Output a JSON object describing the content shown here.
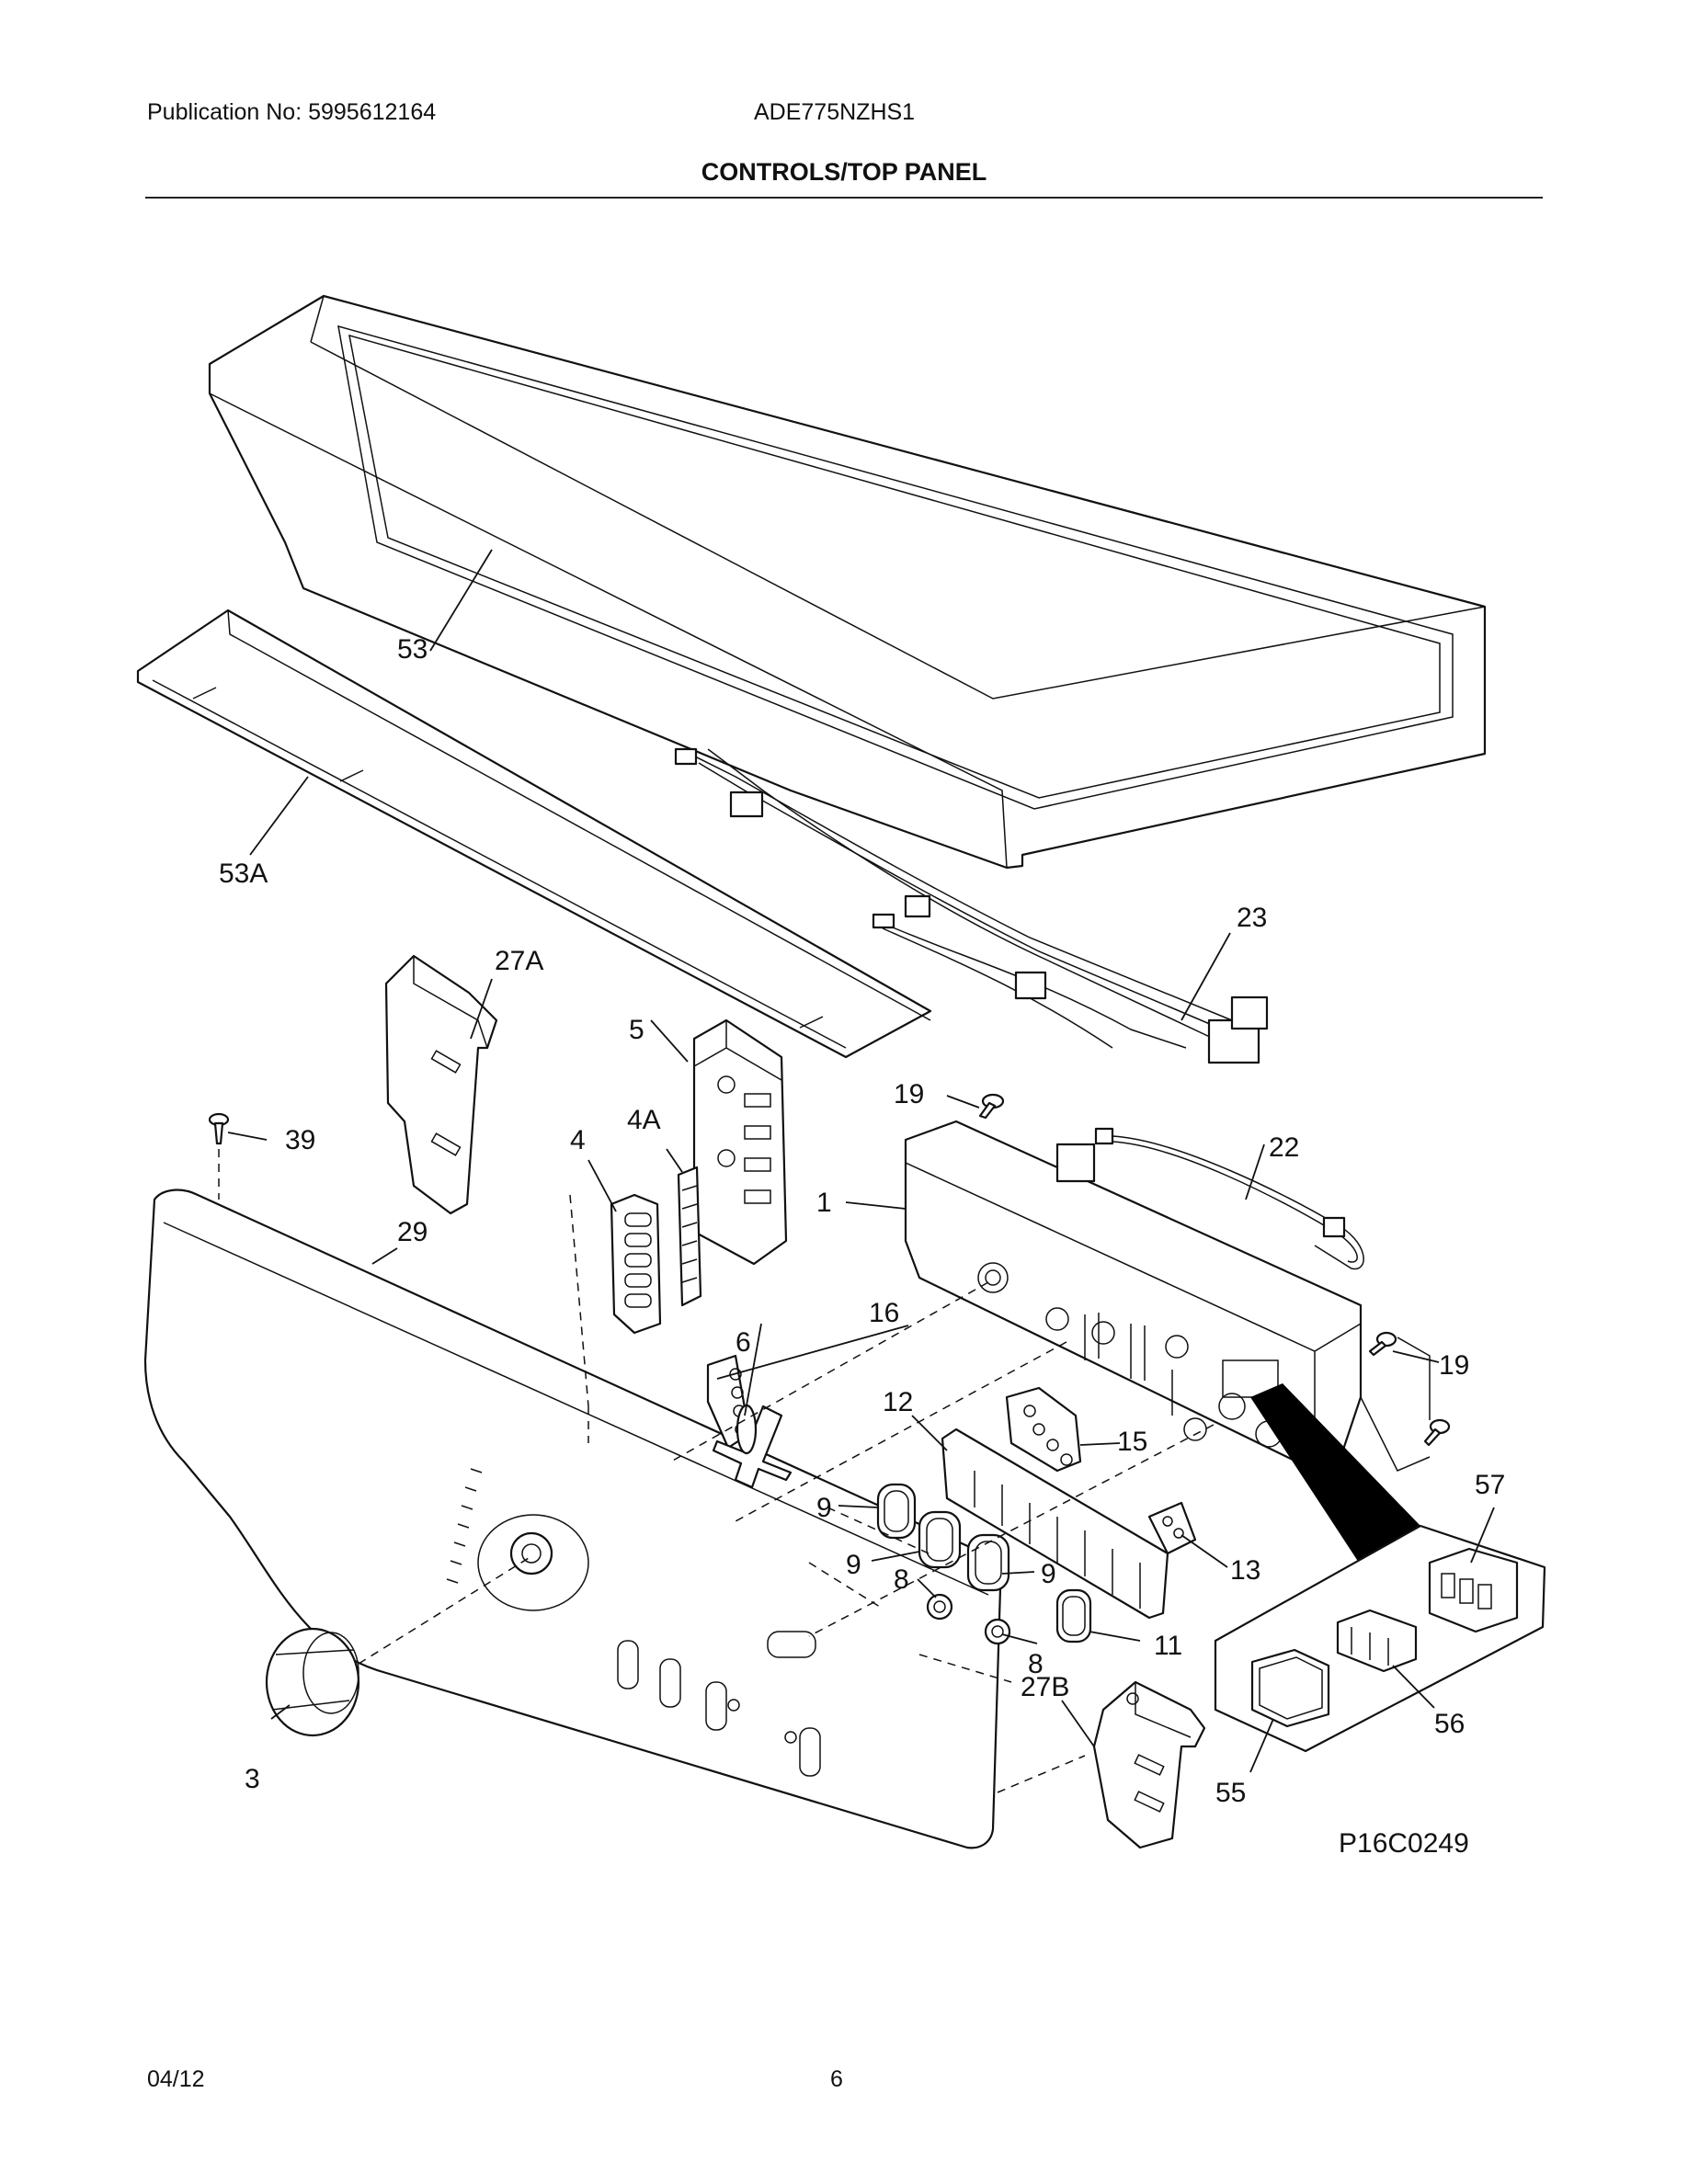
{
  "header": {
    "publication": "Publication No: 5995612164",
    "model": "ADE775NZHS1",
    "section_title": "CONTROLS/TOP PANEL"
  },
  "diagram": {
    "figure_code": "P16C0249",
    "callouts": {
      "c53": "53",
      "c53A": "53A",
      "c23": "23",
      "c27A": "27A",
      "c5": "5",
      "c4A": "4A",
      "c4": "4",
      "c39": "39",
      "c19a": "19",
      "c22": "22",
      "c1": "1",
      "c29": "29",
      "c16": "16",
      "c6": "6",
      "c19b": "19",
      "c12": "12",
      "c15": "15",
      "c57": "57",
      "c9a": "9",
      "c9b": "9",
      "c9c": "9",
      "c13": "13",
      "c8a": "8",
      "c8b": "8",
      "c11": "11",
      "c27B": "27B",
      "c56": "56",
      "c55": "55",
      "c3": "3"
    }
  },
  "footer": {
    "date": "04/12",
    "page": "6"
  }
}
